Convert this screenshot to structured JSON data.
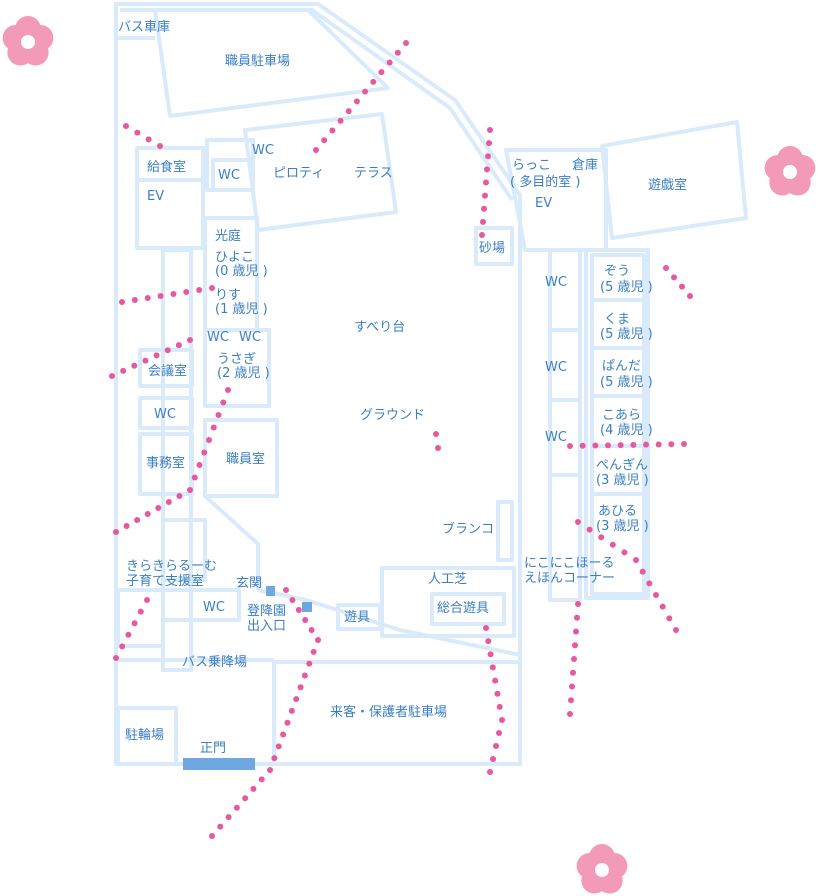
{
  "colors": {
    "wall": "#d9ebfb",
    "label": "#3a7fc4",
    "dot": "#e8589e",
    "flower": "#f29ab8",
    "flower_center": "#ffffff",
    "gate": "#6fa8e0"
  },
  "labels": {
    "bus_garage": "バス車庫",
    "staff_parking": "職員駐車場",
    "kitchen": "給食室",
    "wc_kitchen": "WC",
    "wc_top": "WC",
    "ev_left": "EV",
    "piloti": "ピロティ",
    "terrace": "テラス",
    "courtyard": "光庭",
    "hiyoko": "ひよこ",
    "hiyoko_age": "(0 歳児 )",
    "risu": "りす",
    "risu_age": "(1 歳児 )",
    "wc_mid_a": "WC",
    "wc_mid_b": "WC",
    "usagi": "うさぎ",
    "usagi_age": "(2 歳児 )",
    "meeting": "会議室",
    "wc_left": "WC",
    "office": "事務室",
    "staff_room": "職員室",
    "slide": "すべり台",
    "ground": "グラウンド",
    "swing": "ブランコ",
    "sandbox": "砂場",
    "rakko": "らっこ",
    "storage": "倉庫",
    "multipurpose": "( 多目的室 )",
    "ev_right": "EV",
    "playroom": "遊戯室",
    "zou": "ぞう",
    "zou_age": "(5 歳児 )",
    "kuma": "くま",
    "kuma_age": "(5 歳児 )",
    "panda": "ぱんだ",
    "panda_age": "(5 歳児 )",
    "koara": "こあら",
    "koara_age": "(4 歳児 )",
    "penguin": "ぺんぎん",
    "penguin_age": "(3 歳児 )",
    "ahiru": "あひる",
    "ahiru_age": "(3 歳児 )",
    "wc_r1": "WC",
    "wc_r2": "WC",
    "wc_r3": "WC",
    "support_room_1": "きらきらるーむ",
    "support_room_2": "子育て支援室",
    "entrance": "玄関",
    "wc_bottom": "WC",
    "school_entry_1": "登降園",
    "school_entry_2": "出入口",
    "play_equipment": "遊具",
    "artificial_turf": "人工芝",
    "combined_equipment": "総合遊具",
    "picture_book_1": "にこにこほーる",
    "picture_book_2": "えほんコーナー",
    "bus_stop": "バス乗降場",
    "visitor_parking": "来客・保護者駐車場",
    "bicycle_parking": "駐輪場",
    "main_gate": "正門"
  }
}
